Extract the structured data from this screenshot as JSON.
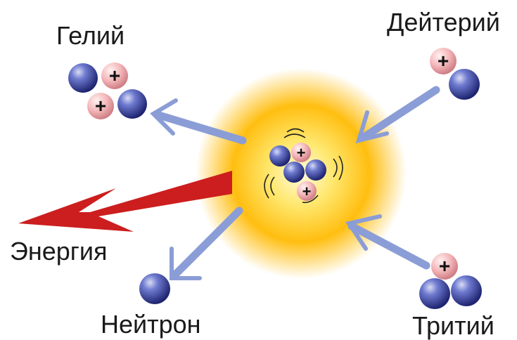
{
  "labels": {
    "helium": "Гелий",
    "deuterium": "Дейтерий",
    "tritium": "Тритий",
    "neutron": "Нейтрон",
    "energy": "Энергия"
  },
  "symbols": {
    "proton_sign": "+"
  },
  "colors": {
    "proton": "#f4b6b8",
    "neutron": "#4a56b0",
    "arrow": "#8b9dd6",
    "energy_arrow": "#c81e1e",
    "glow_core": "#fff6b0",
    "glow_outer": "#ffb000"
  }
}
